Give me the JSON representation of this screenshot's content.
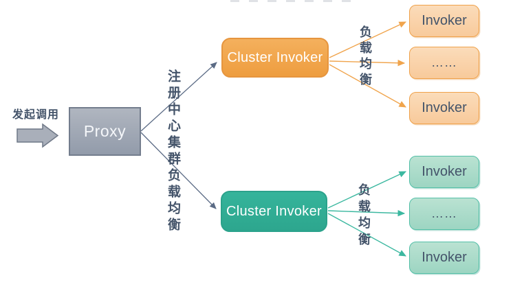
{
  "diagram": {
    "source_label": "发起调用",
    "proxy_label": "Proxy",
    "registry_label": "注册中心集群负载均衡",
    "clusters": [
      {
        "label": "Cluster Invoker",
        "lb_label": "负载均衡",
        "invokers": [
          "Invoker",
          "……",
          "Invoker"
        ],
        "color": "#F0A44C",
        "invoker_fill": "#F9D0A6"
      },
      {
        "label": "Cluster Invoker",
        "lb_label": "负载均衡",
        "invokers": [
          "Invoker",
          "……",
          "Invoker"
        ],
        "color": "#31AE96",
        "invoker_fill": "#A8D9C8"
      }
    ],
    "colors": {
      "text_dark": "#44546A",
      "proxy_fill": "#9BA3B1",
      "connector_gray": "#5B6B85",
      "background": "#FFFFFF"
    }
  }
}
